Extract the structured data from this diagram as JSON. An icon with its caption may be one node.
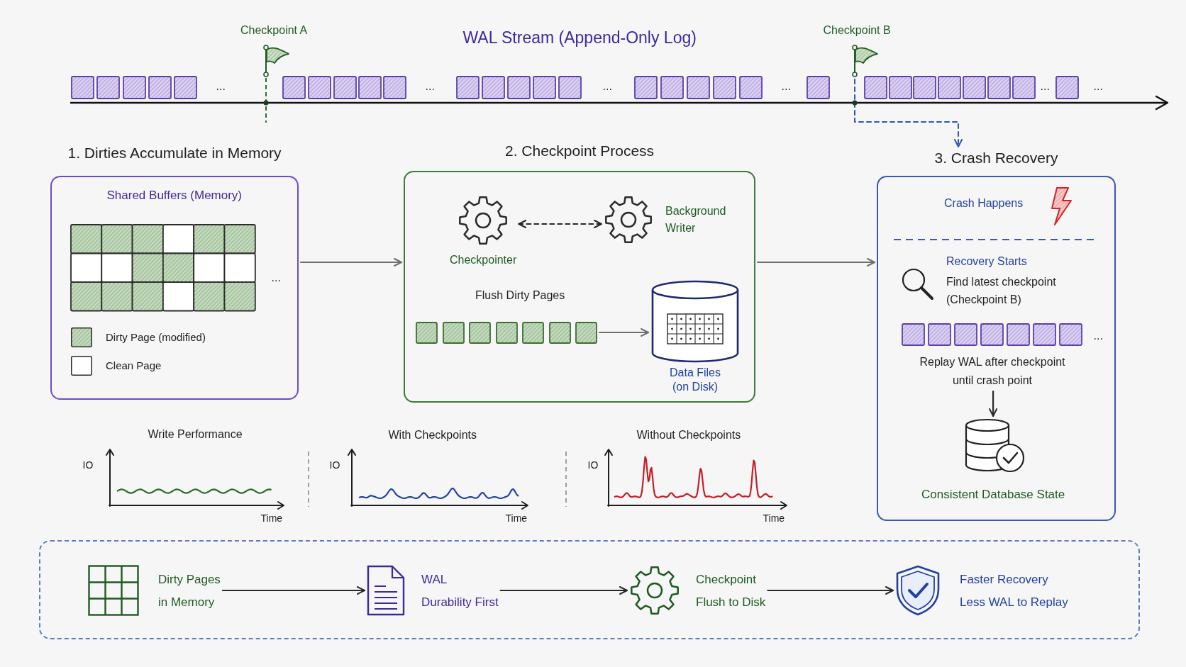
{
  "diagram": {
    "nodes": [
      {
        "text": [
          "WAL Stream (Append-Only Log)"
        ]
      },
      {
        "text": [
          "Checkpoint A"
        ],
        "in": 0
      },
      {
        "text": [
          "Checkpoint B"
        ],
        "in": 0
      },
      {
        "text": [
          "1. Dirties Accumulate in Memory",
          "Shared Buffers (Memory)"
        ]
      },
      {
        "text": [
          "2. Checkpoint Process"
        ]
      },
      {
        "text": [
          "Checkpointer"
        ],
        "in": 4
      },
      {
        "text": [
          "Background Writer"
        ],
        "in": 4
      },
      {
        "text": [
          "Flush Dirty Pages"
        ],
        "in": 4
      },
      {
        "text": [
          "Data Files (on Disk)"
        ],
        "in": 4
      },
      {
        "text": [
          "3. Crash Recovery"
        ]
      },
      {
        "text": [
          "Replay WAL after checkpoint until crash point"
        ],
        "in": 9
      },
      {
        "text": [
          "Consistent Database State"
        ],
        "in": 9
      },
      {
        "text": [],
        "shape": "box"
      },
      {
        "text": [
          "Dirty Pages",
          "in Memory"
        ],
        "in": 12
      },
      {
        "text": [
          "WAL",
          "Durability First"
        ],
        "in": 12
      },
      {
        "text": [
          "Checkpoint",
          "Flush to Disk"
        ],
        "in": 12
      },
      {
        "text": [
          "Faster Recovery",
          "Less WAL to Replay"
        ],
        "in": 12
      },
      {
        "text": [],
        "shape": "box",
        "in": 0
      },
      {
        "text": [],
        "shape": "box",
        "in": 0
      },
      {
        "text": [],
        "shape": "box",
        "in": 0
      },
      {
        "text": [],
        "shape": "box",
        "in": 0
      },
      {
        "text": [],
        "shape": "box",
        "in": 0
      },
      {
        "text": [],
        "shape": "box",
        "in": 0
      },
      {
        "text": [],
        "shape": "box",
        "in": 0
      },
      {
        "text": [],
        "shape": "box",
        "in": 0
      },
      {
        "text": [],
        "shape": "box",
        "in": 0
      },
      {
        "text": [],
        "shape": "box",
        "in": 0
      },
      {
        "text": [],
        "shape": "box",
        "in": 0
      },
      {
        "text": [],
        "shape": "box",
        "in": 0
      },
      {
        "text": [],
        "shape": "box",
        "in": 0
      },
      {
        "text": [],
        "shape": "box",
        "in": 0
      },
      {
        "text": [],
        "shape": "box",
        "in": 0
      },
      {
        "text": [],
        "shape": "box",
        "in": 0
      },
      {
        "text": [],
        "shape": "box",
        "in": 0
      },
      {
        "text": [],
        "shape": "box",
        "in": 0
      },
      {
        "text": [],
        "shape": "box",
        "in": 0
      },
      {
        "text": [],
        "shape": "box",
        "in": 0
      },
      {
        "text": [],
        "shape": "box",
        "in": 0
      },
      {
        "text": [],
        "shape": "box",
        "in": 0
      },
      {
        "text": [],
        "shape": "box",
        "in": 0
      },
      {
        "text": [],
        "shape": "box",
        "in": 0
      },
      {
        "text": [],
        "shape": "box",
        "in": 0
      },
      {
        "text": [],
        "shape": "box",
        "in": 0
      },
      {
        "text": [],
        "shape": "box",
        "in": 0
      },
      {
        "text": [],
        "shape": "box",
        "in": 0
      },
      {
        "text": [],
        "shape": "box",
        "in": 0
      },
      {
        "text": [],
        "shape": "box",
        "in": 7
      },
      {
        "text": [],
        "shape": "box",
        "in": 7
      },
      {
        "text": [],
        "shape": "box",
        "in": 7
      },
      {
        "text": [],
        "shape": "box",
        "in": 7
      },
      {
        "text": [],
        "shape": "box",
        "in": 7
      },
      {
        "text": [],
        "shape": "box",
        "in": 7
      },
      {
        "text": [],
        "shape": "box",
        "in": 7
      },
      {
        "text": [],
        "shape": "box",
        "in": 10
      },
      {
        "text": [],
        "shape": "box",
        "in": 10
      },
      {
        "text": [],
        "shape": "box",
        "in": 10
      },
      {
        "text": [],
        "shape": "box",
        "in": 10
      },
      {
        "text": [],
        "shape": "box",
        "in": 10
      },
      {
        "text": [],
        "shape": "box",
        "in": 10
      },
      {
        "text": [],
        "shape": "box",
        "in": 10
      }
    ],
    "edges": [
      {
        "from": 2,
        "to": 9,
        "arrow": "to",
        "style": "dashed",
        "color": "#2f55b5"
      },
      {
        "from": 3,
        "to": 4,
        "arrow": "to",
        "color": "#6f6f6f"
      },
      {
        "from": 5,
        "to": 6,
        "arrow": "both",
        "style": "dashed"
      },
      {
        "from": 7,
        "to": 8,
        "arrow": "to",
        "color": "#6f6f6f"
      },
      {
        "from": 4,
        "to": 9,
        "arrow": "to",
        "color": "#6f6f6f"
      },
      {
        "from": 10,
        "to": 11,
        "arrow": "to"
      },
      {
        "from": 13,
        "to": 14,
        "arrow": "to"
      },
      {
        "from": 14,
        "to": 15,
        "arrow": "to"
      },
      {
        "from": 15,
        "to": 16,
        "arrow": "to"
      }
    ],
    "labels": [
      "...",
      "...",
      "...",
      "...",
      "...",
      "...",
      "...",
      "Crash Happens",
      "Recovery Starts",
      "Find latest checkpoint (Checkpoint B)",
      "...",
      "Write Performance",
      "IO",
      "Time",
      "With Checkpoints",
      "IO",
      "Time",
      "Without Checkpoints",
      "IO",
      "Time"
    ],
    "legend": [
      {
        "text": "Dirty Page (modified)",
        "color": "#c6dcc0"
      },
      {
        "text": "Clean Page",
        "color": "#ffffff"
      }
    ]
  }
}
